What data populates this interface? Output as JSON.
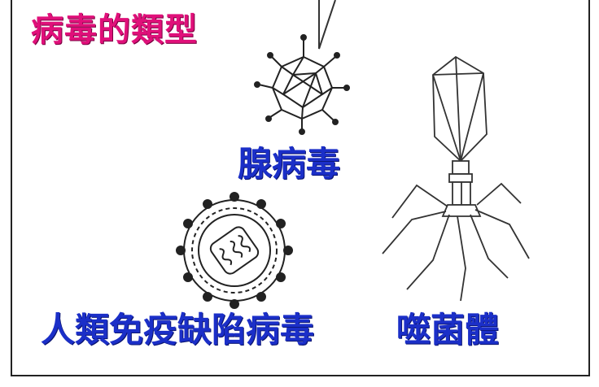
{
  "title": "病毒的類型",
  "labels": {
    "adenovirus": "腺病毒",
    "hiv": "人類免疫缺陷病毒",
    "bacteriophage": "噬菌體"
  },
  "colors": {
    "title": "#e0107a",
    "labels": "#1b2fc8"
  }
}
